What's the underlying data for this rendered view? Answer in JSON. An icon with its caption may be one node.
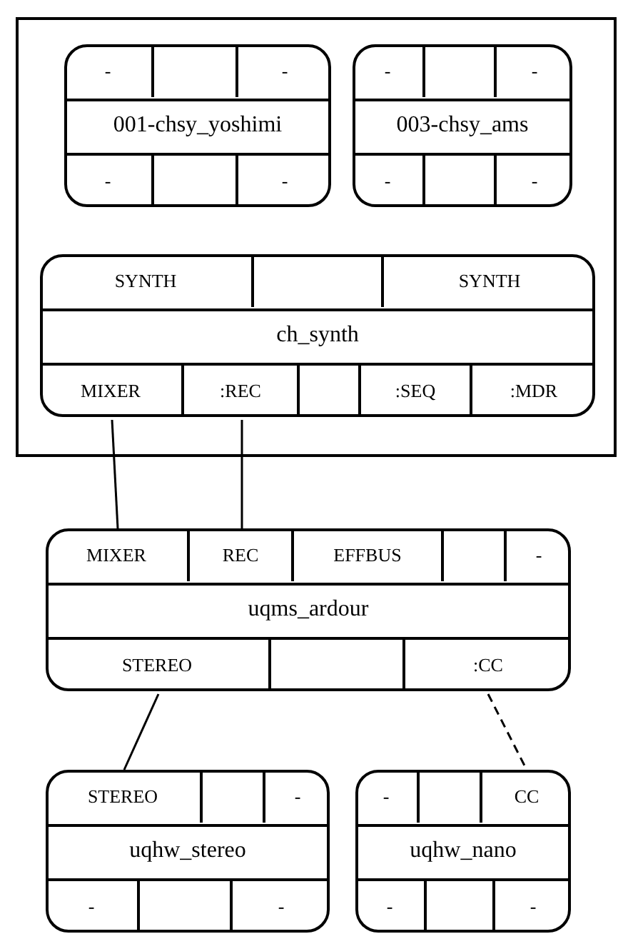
{
  "diagram": {
    "nodes": [
      {
        "text": [],
        "shape": "box"
      },
      {
        "text": [
          "001-chsy_yoshimi"
        ],
        "in": 0
      },
      {
        "text": [
          "-"
        ],
        "in": 1
      },
      {
        "text": [],
        "shape": "box",
        "in": 1
      },
      {
        "text": [
          "-"
        ],
        "in": 1
      },
      {
        "text": [
          "-"
        ],
        "in": 1
      },
      {
        "text": [],
        "shape": "box",
        "in": 1
      },
      {
        "text": [
          "-"
        ],
        "in": 1
      },
      {
        "text": [
          "003-chsy_ams"
        ],
        "in": 0
      },
      {
        "text": [
          "-"
        ],
        "in": 8
      },
      {
        "text": [],
        "shape": "box",
        "in": 8
      },
      {
        "text": [
          "-"
        ],
        "in": 8
      },
      {
        "text": [
          "-"
        ],
        "in": 8
      },
      {
        "text": [],
        "shape": "box",
        "in": 8
      },
      {
        "text": [
          "-"
        ],
        "in": 8
      },
      {
        "text": [
          "ch_synth"
        ],
        "in": 0
      },
      {
        "text": [
          "SYNTH"
        ],
        "in": 15
      },
      {
        "text": [],
        "shape": "box",
        "in": 15
      },
      {
        "text": [
          "SYNTH"
        ],
        "in": 15
      },
      {
        "text": [
          "MIXER"
        ],
        "in": 15
      },
      {
        "text": [
          ":REC"
        ],
        "in": 15
      },
      {
        "text": [],
        "shape": "box",
        "in": 15
      },
      {
        "text": [
          ":SEQ"
        ],
        "in": 15
      },
      {
        "text": [
          ":MDR"
        ],
        "in": 15
      },
      {
        "text": [
          "uqms_ardour"
        ]
      },
      {
        "text": [
          "MIXER"
        ],
        "in": 24
      },
      {
        "text": [
          "REC"
        ],
        "in": 24
      },
      {
        "text": [
          "EFFBUS"
        ],
        "in": 24
      },
      {
        "text": [],
        "shape": "box",
        "in": 24
      },
      {
        "text": [
          "-"
        ],
        "in": 24
      },
      {
        "text": [
          "STEREO"
        ],
        "in": 24
      },
      {
        "text": [],
        "shape": "box",
        "in": 24
      },
      {
        "text": [
          ":CC"
        ],
        "in": 24
      },
      {
        "text": [
          "uqhw_stereo"
        ]
      },
      {
        "text": [
          "STEREO"
        ],
        "in": 33
      },
      {
        "text": [],
        "shape": "box",
        "in": 33
      },
      {
        "text": [
          "-"
        ],
        "in": 33
      },
      {
        "text": [
          "-"
        ],
        "in": 33
      },
      {
        "text": [],
        "shape": "box",
        "in": 33
      },
      {
        "text": [
          "-"
        ],
        "in": 33
      },
      {
        "text": [
          "uqhw_nano"
        ]
      },
      {
        "text": [
          "-"
        ],
        "in": 40
      },
      {
        "text": [],
        "shape": "box",
        "in": 40
      },
      {
        "text": [
          "CC"
        ],
        "in": 40
      },
      {
        "text": [
          "-"
        ],
        "in": 40
      },
      {
        "text": [],
        "shape": "box",
        "in": 40
      },
      {
        "text": [
          "-"
        ],
        "in": 40
      }
    ],
    "edges": [
      {
        "from": 19,
        "to": 25,
        "arrow": "none"
      },
      {
        "from": 20,
        "to": 26,
        "arrow": "none"
      },
      {
        "from": 30,
        "to": 34,
        "arrow": "none"
      },
      {
        "from": 32,
        "to": 43,
        "arrow": "none",
        "style": "dashed"
      }
    ]
  }
}
